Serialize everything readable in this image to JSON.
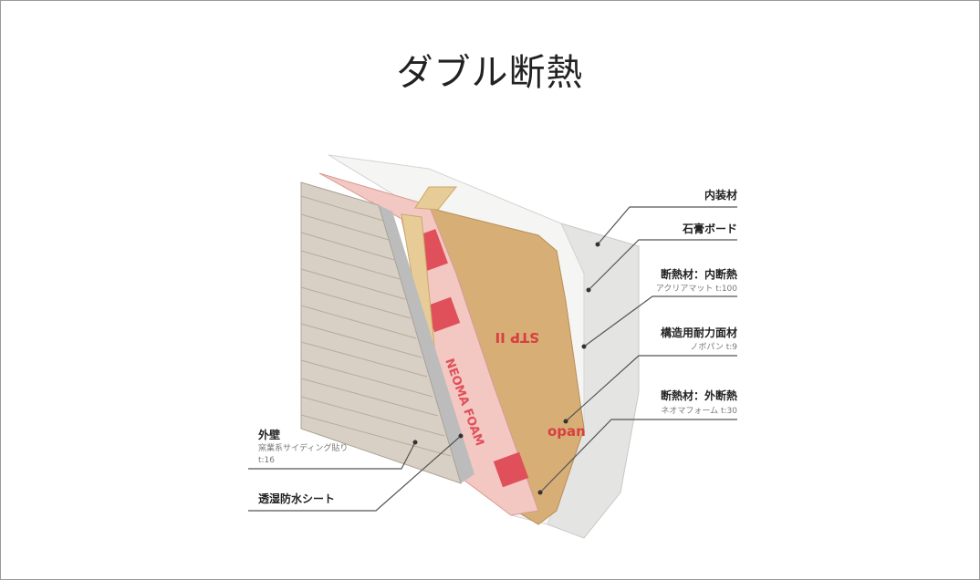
{
  "title": "ダブル断熱",
  "right_labels": [
    {
      "label": "内装材",
      "sub": null
    },
    {
      "label": "石膏ボード",
      "sub": null
    },
    {
      "label": "断熱材：内断熱",
      "sub": "アクリアマット t:100"
    },
    {
      "label": "構造用耐力面材",
      "sub": "ノボパン t:9"
    },
    {
      "label": "断熱材：外断熱",
      "sub": "ネオマフォーム t:30"
    }
  ],
  "left_labels": [
    {
      "label": "外壁",
      "sub": "窯業系サイディング貼り",
      "sub2": "t:16"
    },
    {
      "label": "透湿防水シート"
    }
  ],
  "product_prints": {
    "foam": "NEOMA FOAM",
    "osb": "STP II",
    "osb2": "opan"
  },
  "colors": {
    "siding": "#d8d0c4",
    "foam": "#f2c6c0",
    "foam_logo": "#e0505a",
    "osb": "#d8b078",
    "gypsum": "#e6e6e6",
    "insulation": "#f4f4f4",
    "stud": "#e8cc98"
  }
}
